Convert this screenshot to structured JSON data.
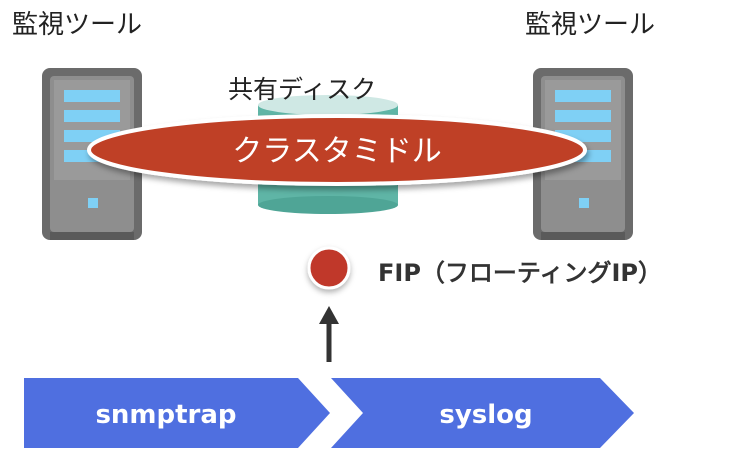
{
  "servers": {
    "left_title": "監視ツール",
    "right_title": "監視ツール"
  },
  "shared_disk": {
    "label": "共有ディスク"
  },
  "cluster": {
    "label": "クラスタミドル"
  },
  "fip": {
    "label": "FIP（フローティングIP）"
  },
  "log_flow": {
    "first": "snmptrap",
    "second": "syslog"
  },
  "colors": {
    "server_body": "#6b6b6b",
    "server_face": "#8a8a8a",
    "server_slot": "#7fd0f5",
    "disk": "#5fb5a6",
    "cluster": "#bf4128",
    "fip_dot": "#c0392b",
    "arrow_box": "#4f6fe0"
  }
}
